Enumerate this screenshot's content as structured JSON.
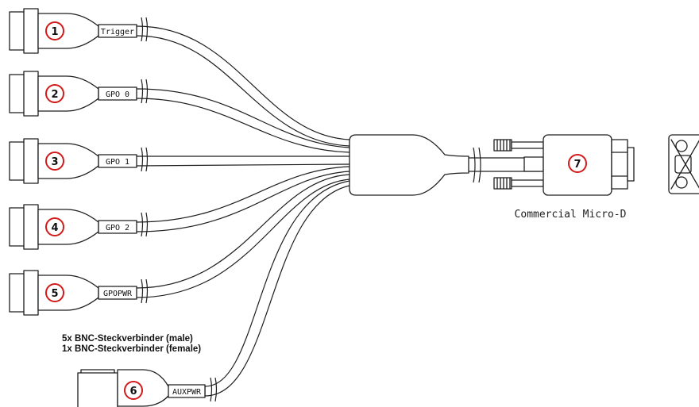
{
  "bnc_connectors": [
    {
      "number": "1",
      "label": "Trigger"
    },
    {
      "number": "2",
      "label": "GPO 0"
    },
    {
      "number": "3",
      "label": "GPO 1"
    },
    {
      "number": "4",
      "label": "GPO 2"
    },
    {
      "number": "5",
      "label": "GPOPWR"
    }
  ],
  "aux_connector": {
    "number": "6",
    "label": "AUXPWR"
  },
  "main_connector": {
    "number": "7",
    "caption": "Commercial Micro-D"
  },
  "notes": {
    "line1": "5x BNC-Steckverbinder (male)",
    "line2": "1x BNC-Steckverbinder (female)"
  },
  "colors": {
    "marker_ring": "#d11a1a",
    "line": "#1e1e1e"
  }
}
